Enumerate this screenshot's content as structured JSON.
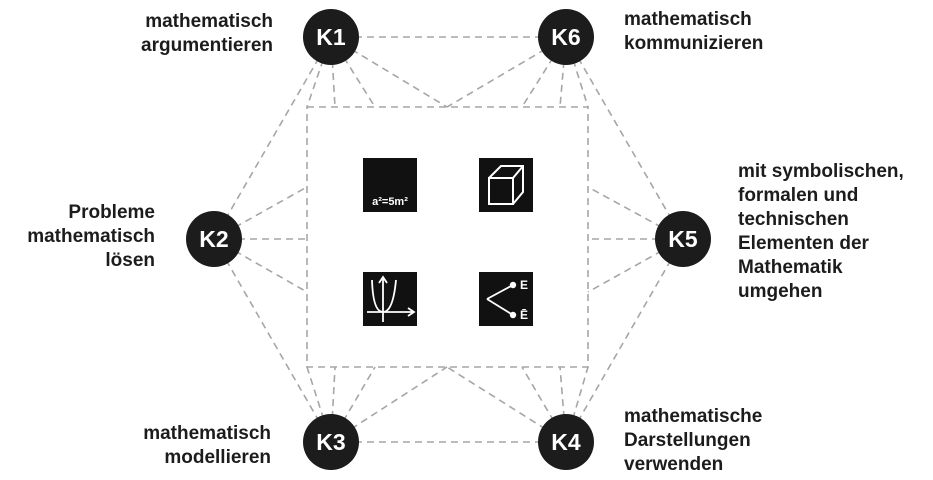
{
  "nodes": {
    "k1": "K1",
    "k2": "K2",
    "k3": "K3",
    "k4": "K4",
    "k5": "K5",
    "k6": "K6"
  },
  "labels": {
    "k1": [
      "mathematisch",
      "argumentieren"
    ],
    "k2": [
      "Probleme",
      "mathematisch",
      "lösen"
    ],
    "k3": [
      "mathematisch",
      "modellieren"
    ],
    "k4": [
      "mathematische",
      "Darstellungen",
      "verwenden"
    ],
    "k5": [
      "mit symbolischen,",
      "formalen und",
      "technischen",
      "Elementen der",
      "Mathematik",
      "umgehen"
    ],
    "k6": [
      "mathematisch",
      "kommunizieren"
    ]
  },
  "icons": {
    "formula_tile": "formula-icon",
    "formula_text": "a²=5m²",
    "cube_tile": "cube-icon",
    "graph_tile": "parabola-graph-icon",
    "tree_tile": "probability-tree-icon",
    "tree_e": "E",
    "tree_ebar": "Ē"
  },
  "colors": {
    "node_fill": "#1c1c1c",
    "dash_line": "#a6a6a6",
    "text": "#1c1c1c"
  }
}
